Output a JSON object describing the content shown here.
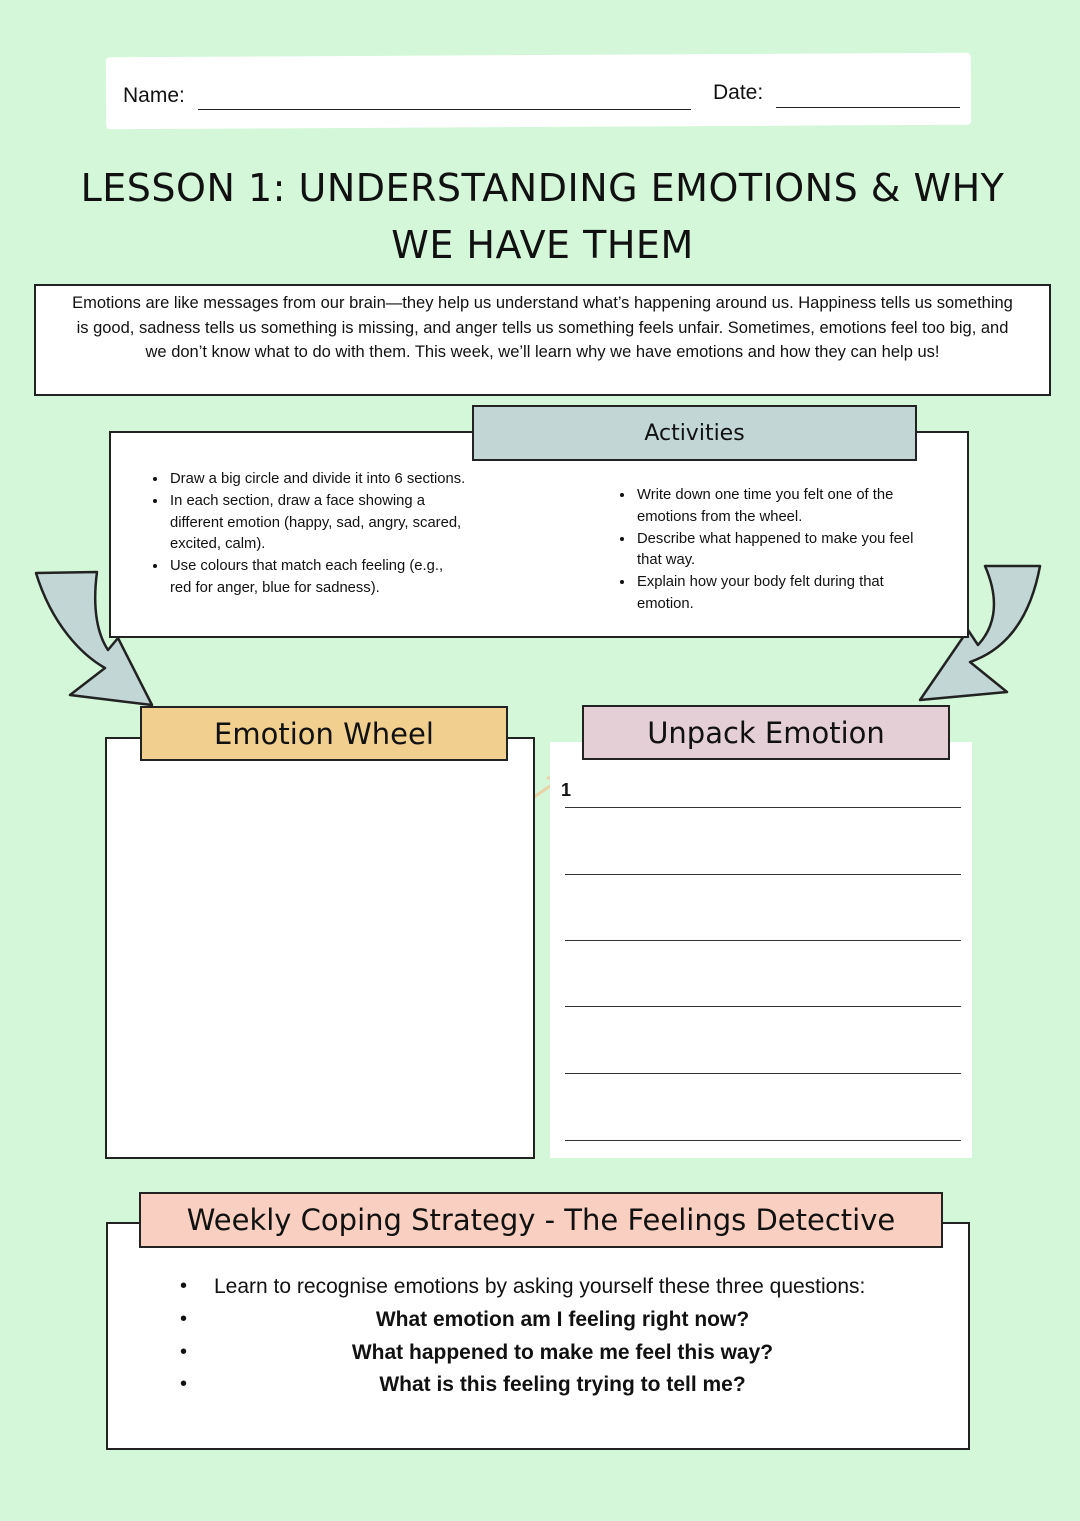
{
  "header": {
    "name_label": "Name:",
    "date_label": "Date:"
  },
  "title": "LESSON 1: UNDERSTANDING EMOTIONS & WHY WE HAVE THEM",
  "intro": "Emotions are like messages from our brain—they help us understand what’s happening around us. Happiness tells us something is good, sadness tells us something is missing, and anger tells us something feels unfair. Sometimes, emotions feel too big, and we don’t know what to do with them. This week, we’ll learn why we have emotions and how they can help us!",
  "activities": {
    "title": "Activities",
    "left": [
      "Draw a big circle and divide it into 6 sections.",
      "In each section, draw a face showing a different emotion (happy, sad, angry, scared, excited, calm).",
      "Use colours that match each feeling (e.g., red for anger, blue for sadness)."
    ],
    "right": [
      "Write down one time you felt one of the emotions from the wheel.",
      "Describe what happened to make you feel that way.",
      "Explain how your body felt during that emotion."
    ]
  },
  "emotion_wheel": {
    "title": "Emotion Wheel"
  },
  "unpack_emotion": {
    "title": "Unpack Emotion",
    "line_start_label": "1"
  },
  "coping": {
    "title": "Weekly Coping Strategy - The Feelings Detective",
    "intro": "Learn to recognise emotions by asking yourself these three questions:",
    "questions": [
      "What emotion am I feeling right now?",
      "What happened to make me feel this way?",
      "What is this feeling trying to tell me?"
    ]
  },
  "colors": {
    "background": "#d3f7d8",
    "activities_tab": "#c2d7d5",
    "emotion_wheel_tab": "#f1d08f",
    "unpack_tab": "#e4cfd6",
    "coping_tab": "#f8cfc0",
    "arrow": "#c2d7d5",
    "curved_arrow": "#e9d3a6"
  }
}
